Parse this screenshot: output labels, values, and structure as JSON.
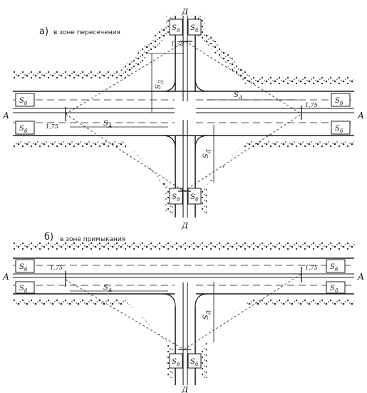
{
  "panel_a": {
    "caption_letter": "а)",
    "caption_text": "в зоне пересечения",
    "axis_main": "А",
    "axis_cross": "Д",
    "dim_b": "S",
    "dim_b_sub": "б",
    "dim_sight": "S",
    "dim_sight_sub": "А",
    "dim_sight_cross": "S",
    "dim_sight_cross_sub": "Д",
    "offset": "1,75"
  },
  "panel_b": {
    "caption_letter": "б)",
    "caption_text": "в зоне примыкания",
    "axis_main": "А",
    "axis_cross": "Д",
    "dim_b": "S",
    "dim_b_sub": "б",
    "dim_sight": "S",
    "dim_sight_sub": "А",
    "dim_sight_cross": "S",
    "dim_sight_cross_sub": "Д",
    "offset": "1,75"
  },
  "colors": {
    "ink": "#1a1a1a",
    "paper": "#ffffff"
  }
}
